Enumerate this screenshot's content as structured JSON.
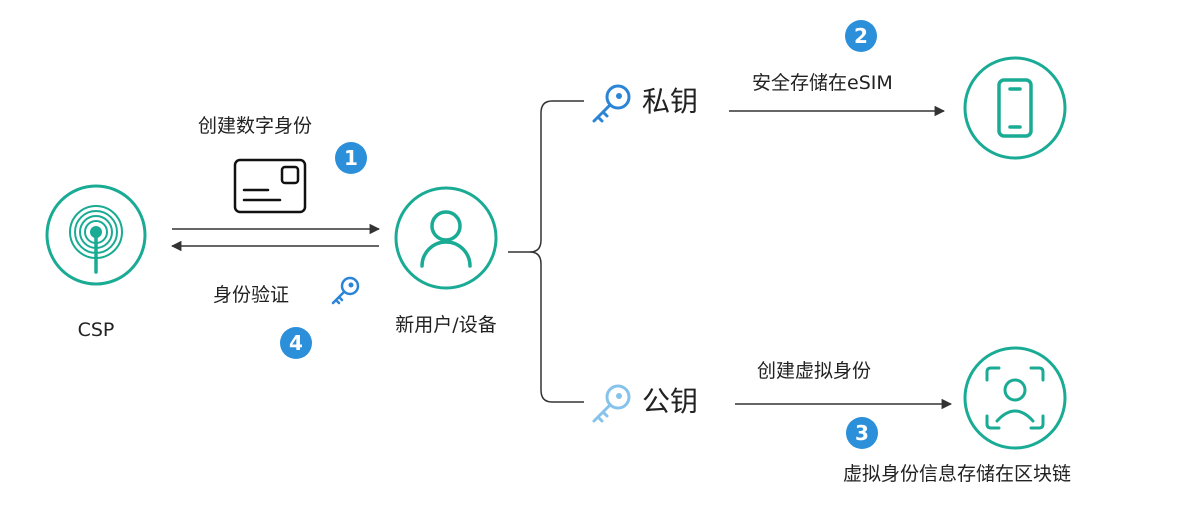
{
  "nodes": {
    "csp": "CSP",
    "user": "新用户/设备"
  },
  "keys": {
    "private": "私钥",
    "public": "公钥"
  },
  "edges": {
    "create_identity": "创建数字身份",
    "verify_identity": "身份验证",
    "store_esim": "安全存储在eSIM",
    "create_virtual": "创建虚拟身份",
    "store_blockchain": "虚拟身份信息存储在区块链"
  },
  "steps": {
    "one": "1",
    "two": "2",
    "three": "3",
    "four": "4"
  },
  "colors": {
    "teal": "#1aab95",
    "step_blue": "#2b8fd9",
    "key_blue": "#2b84d6",
    "key_light": "#86c3ec",
    "line": "#333333"
  }
}
